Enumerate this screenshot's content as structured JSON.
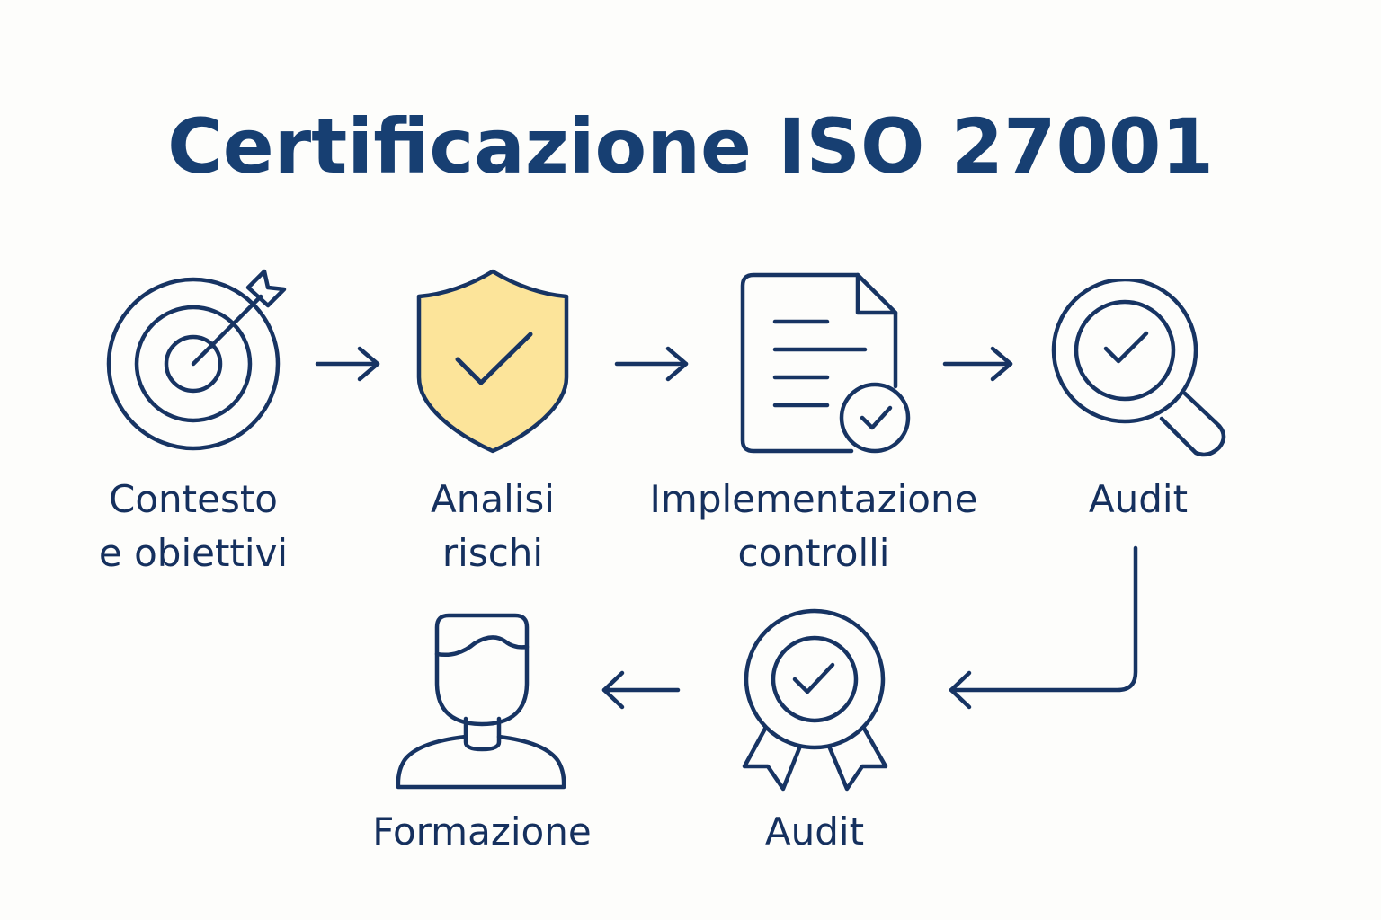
{
  "title": "Certificazione ISO 27001",
  "colors": {
    "primary": "#173f72",
    "stroke": "#173463",
    "text": "#15305e",
    "shield_fill": "#fce49a",
    "background": "#fdfdfb"
  },
  "steps": [
    {
      "icon": "target-icon",
      "lines": [
        "Contesto",
        "e obiettivi"
      ]
    },
    {
      "icon": "shield-check-icon",
      "lines": [
        "Analisi",
        "rischi"
      ]
    },
    {
      "icon": "document-check-icon",
      "lines": [
        "Implementazione",
        "controlli"
      ]
    },
    {
      "icon": "magnifier-check-icon",
      "lines": [
        "Audit"
      ]
    },
    {
      "icon": "award-badge-icon",
      "lines": [
        "Audit"
      ]
    },
    {
      "icon": "person-icon",
      "lines": [
        "Formazione"
      ]
    }
  ]
}
